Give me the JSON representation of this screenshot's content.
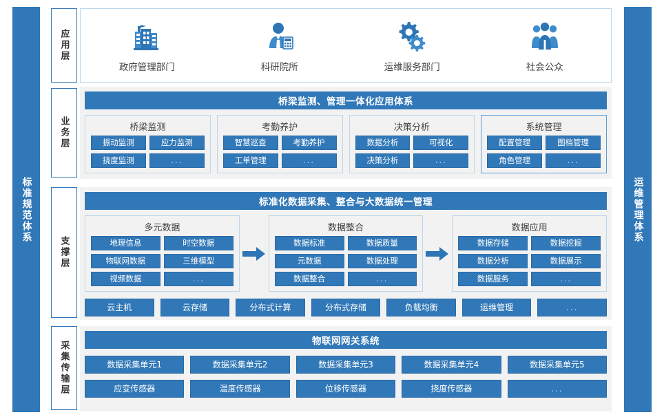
{
  "sides": {
    "left": "标准规范体系",
    "right": "运维管理体系"
  },
  "colors": {
    "primary": "#3178B8",
    "panel_grey": "#f2f2f2",
    "border_blue": "#bcd6ea"
  },
  "layers": {
    "application": "应用层",
    "business": "业务层",
    "support": "支撑层",
    "collection": "采集传输层"
  },
  "application": {
    "items": [
      {
        "label": "政府管理部门",
        "icon": "building-icon"
      },
      {
        "label": "科研院所",
        "icon": "researcher-icon"
      },
      {
        "label": "运维服务部门",
        "icon": "gears-icon"
      },
      {
        "label": "社会公众",
        "icon": "people-group-icon"
      }
    ]
  },
  "business": {
    "banner": "桥梁监测、管理一体化应用体系",
    "groups": [
      {
        "title": "桥梁监测",
        "chips": [
          "振动监测",
          "应力监测",
          "挠度监测",
          "..."
        ]
      },
      {
        "title": "考勤养护",
        "chips": [
          "智慧巡查",
          "考勤养护",
          "工单管理",
          "..."
        ]
      },
      {
        "title": "决策分析",
        "chips": [
          "数据分析",
          "可视化",
          "决策分析",
          "..."
        ]
      },
      {
        "title": "系统管理",
        "chips": [
          "配置管理",
          "图档管理",
          "角色管理",
          "..."
        ]
      }
    ]
  },
  "support": {
    "banner": "标准化数据采集、整合与大数据统一管理",
    "groups": [
      {
        "title": "多元数据",
        "chips": [
          "地理信息",
          "时空数据",
          "物联网数据",
          "三维模型",
          "视频数据",
          "..."
        ]
      },
      {
        "title": "数据整合",
        "chips": [
          "数据标准",
          "数据质量",
          "元数据",
          "数据处理",
          "数据整合",
          "..."
        ]
      },
      {
        "title": "数据应用",
        "chips": [
          "数据存储",
          "数据挖掘",
          "数据分析",
          "数据展示",
          "数据服务",
          "..."
        ]
      }
    ],
    "arrows": [
      "arrow-right-icon",
      "arrow-right-icon"
    ],
    "infrastructure": [
      "云主机",
      "云存储",
      "分布式计算",
      "分布式存储",
      "负载均衡",
      "运维管理",
      "..."
    ]
  },
  "collection": {
    "banner": "物联网网关系统",
    "units": [
      "数据采集单元1",
      "数据采集单元2",
      "数据采集单元3",
      "数据采集单元4",
      "数据采集单元5"
    ],
    "sensors": [
      "应变传感器",
      "温度传感器",
      "位移传感器",
      "挠度传感器",
      "..."
    ]
  }
}
